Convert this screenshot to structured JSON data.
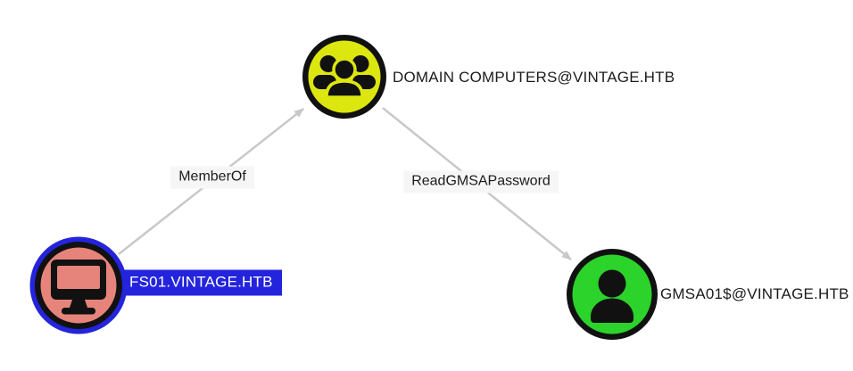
{
  "graph": {
    "background": "#FFFFFF",
    "nodes": [
      {
        "id": "fs01",
        "label": "FS01.VINTAGE.HTB",
        "type": "computer",
        "icon": "computer-icon",
        "color": "#E6847B",
        "border_color": "#111111",
        "selected": true,
        "selection_color": "#2424DC",
        "label_bg": "#2424DC",
        "label_color": "#FFFFFF"
      },
      {
        "id": "domain-computers",
        "label": "DOMAIN COMPUTERS@VINTAGE.HTB",
        "type": "group",
        "icon": "users-icon",
        "color": "#DCE60F",
        "border_color": "#111111",
        "selected": false,
        "label_color": "#1B1B1B"
      },
      {
        "id": "gmsa01",
        "label": "GMSA01$@VINTAGE.HTB",
        "type": "user",
        "icon": "user-icon",
        "color": "#2BD32B",
        "border_color": "#111111",
        "selected": false,
        "label_color": "#1B1B1B"
      }
    ],
    "edges": [
      {
        "label": "MemberOf",
        "source": "FS01.VINTAGE.HTB",
        "target": "DOMAIN COMPUTERS@VINTAGE.HTB"
      },
      {
        "label": "ReadGMSAPassword",
        "source": "DOMAIN COMPUTERS@VINTAGE.HTB",
        "target": "GMSA01$@VINTAGE.HTB"
      }
    ],
    "edge_color": "#C8C8C8",
    "edge_label_bg": "#F6F6F6",
    "edge_label_color": "#1B1B1B"
  }
}
